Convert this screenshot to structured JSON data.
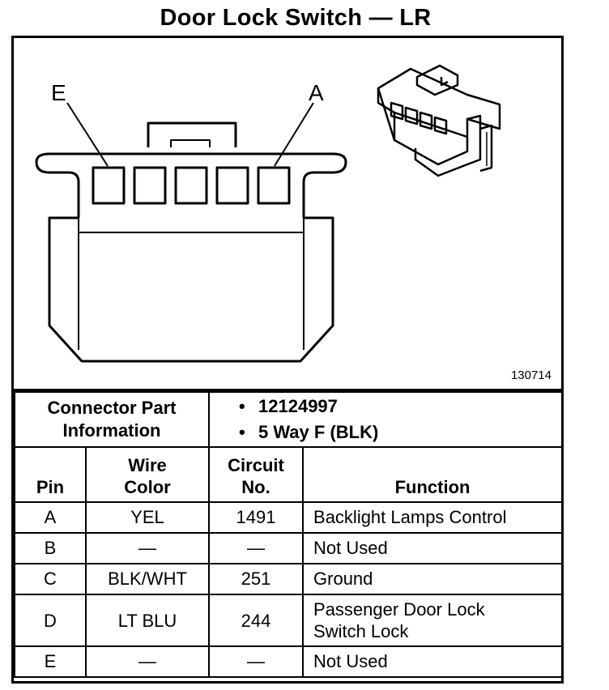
{
  "title": "Door Lock Switch — LR",
  "figure": {
    "pin_label_left": "E",
    "pin_label_right": "A",
    "figure_number": "130714"
  },
  "connector_info": {
    "label": "Connector Part Information",
    "label_line1": "Connector Part",
    "label_line2": "Information",
    "values": [
      "12124997",
      "5 Way F (BLK)"
    ]
  },
  "table": {
    "headers": {
      "pin": "Pin",
      "wire_color_line1": "Wire",
      "wire_color_line2": "Color",
      "circuit_line1": "Circuit",
      "circuit_line2": "No.",
      "function": "Function"
    },
    "rows": [
      {
        "pin": "A",
        "wire": "YEL",
        "circuit": "1491",
        "function": "Backlight Lamps Control"
      },
      {
        "pin": "B",
        "wire": "—",
        "circuit": "—",
        "function": "Not Used"
      },
      {
        "pin": "C",
        "wire": "BLK/WHT",
        "circuit": "251",
        "function": "Ground"
      },
      {
        "pin": "D",
        "wire": "LT BLU",
        "circuit": "244",
        "function_line1": "Passenger Door Lock",
        "function_line2": "Switch Lock"
      },
      {
        "pin": "E",
        "wire": "—",
        "circuit": "—",
        "function": "Not Used"
      }
    ]
  }
}
